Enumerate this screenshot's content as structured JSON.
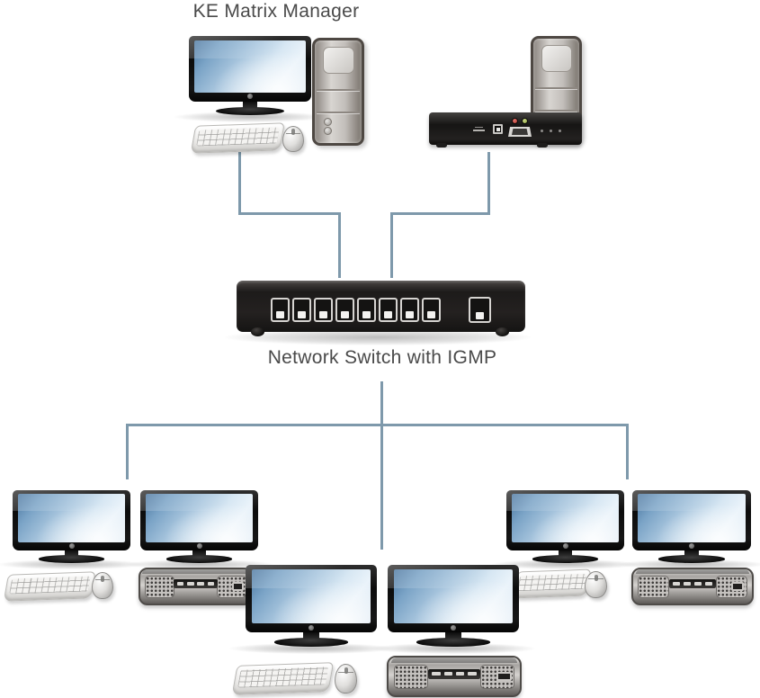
{
  "labels": {
    "manager": "KE Matrix Manager",
    "switch": "Network Switch with IGMP"
  },
  "colors": {
    "connector_line": "#7E99AB",
    "label_text": "#4A4A4A",
    "background": "#FFFFFF",
    "audio_jack_red": "#B1322A",
    "audio_jack_green": "#8DA33C"
  },
  "network_switch": {
    "rj45_port_count": 8,
    "aux_port_count": 1
  },
  "icons": [
    "monitor-icon",
    "keyboard-icon",
    "mouse-icon",
    "tower-pc-icon",
    "kvm-transmitter-icon",
    "kvm-receiver-icon",
    "network-switch-icon",
    "rj45-port-icon",
    "usb-port-icon",
    "vga-port-icon",
    "audio-jack-icon",
    "ground-terminal-icon"
  ],
  "topology": {
    "top_left_group": [
      "monitor",
      "keyboard",
      "mouse",
      "tower-pc"
    ],
    "top_right_group": [
      "tower-pc",
      "kvm-transmitter"
    ],
    "bottom_back_row": [
      "monitor + keyboard + mouse",
      "monitor + kvm-receiver",
      "monitor + keyboard + mouse",
      "monitor + kvm-receiver"
    ],
    "bottom_front_row": [
      "monitor + keyboard + mouse",
      "monitor + kvm-receiver"
    ]
  }
}
